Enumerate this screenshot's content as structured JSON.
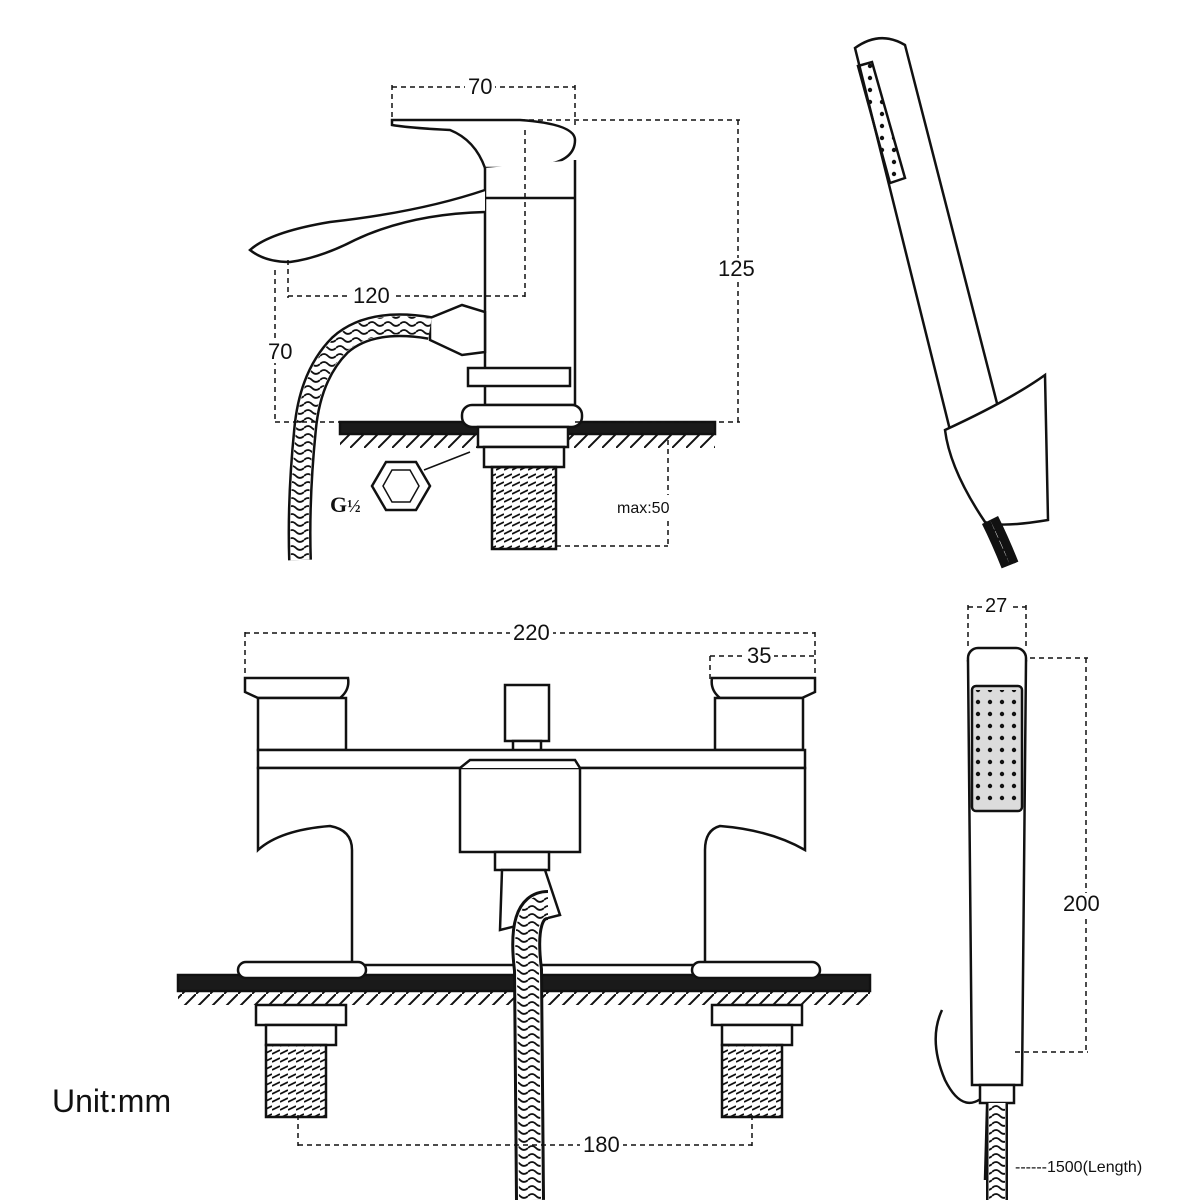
{
  "side_view": {
    "dim_handle_width": "70",
    "dim_spout_reach": "120",
    "dim_spout_height": "70",
    "dim_total_height": "125",
    "dim_max_deck": "max:50",
    "thread_letter": "G",
    "thread_fraction": "½"
  },
  "front_view": {
    "dim_overall_width": "220",
    "dim_handle_width": "35",
    "dim_centres": "180"
  },
  "handset": {
    "dim_head_width": "27",
    "dim_length": "200",
    "dim_hose_length": "------1500(Length)"
  },
  "unit_label": "Unit:mm",
  "colors": {
    "line": "#111111",
    "deck": "#1a1a1a",
    "spray_face": "#dcdcdc"
  }
}
